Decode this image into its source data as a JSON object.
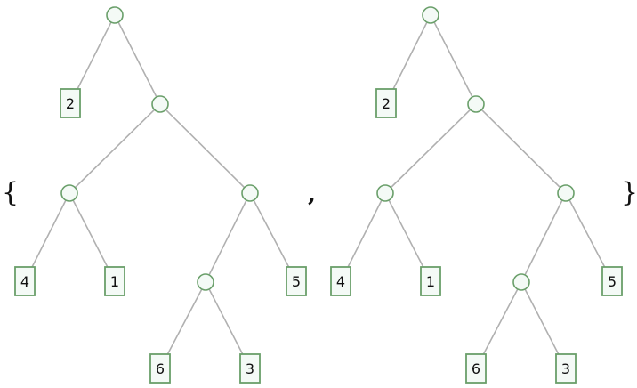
{
  "list": {
    "open_brace": "{",
    "separator": ",",
    "close_brace": "}"
  },
  "trees": [
    {
      "name": "tree-1",
      "leaves": {
        "a": "2",
        "b": "4",
        "c": "1",
        "d": "6",
        "e": "3",
        "f": "5"
      }
    },
    {
      "name": "tree-2",
      "leaves": {
        "a": "2",
        "b": "4",
        "c": "1",
        "d": "6",
        "e": "3",
        "f": "5"
      }
    }
  ],
  "colors": {
    "node_stroke": "#6a9f6a",
    "node_fill": "#f4faf6",
    "edge": "#b0b0b0"
  }
}
